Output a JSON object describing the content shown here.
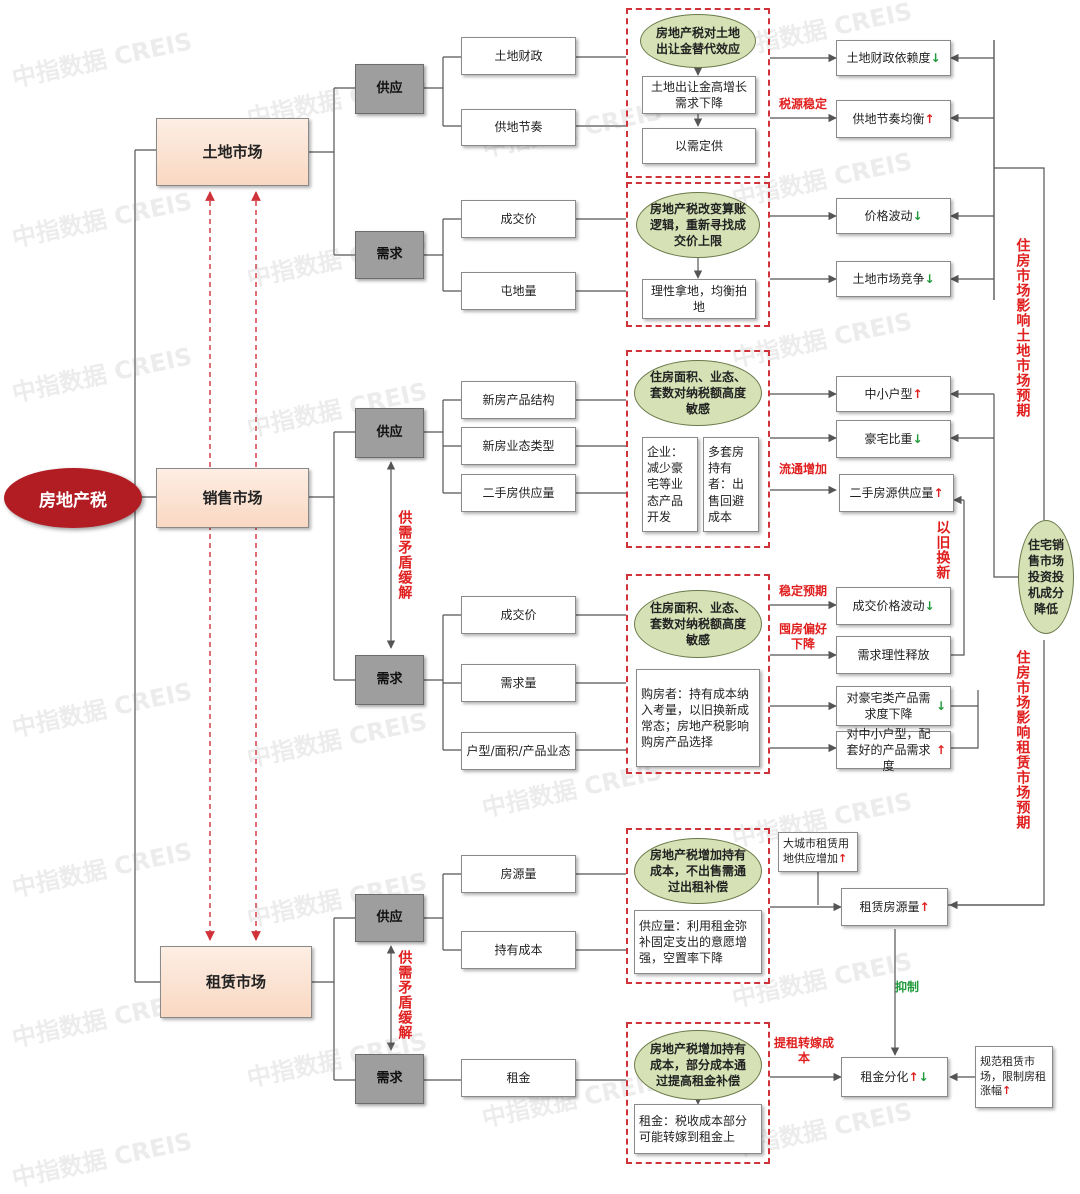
{
  "watermark": "中指数据 CREIS",
  "root": "房地产税",
  "markets": {
    "land": "土地市场",
    "sales": "销售市场",
    "rental": "租赁市场"
  },
  "supply": "供应",
  "demand": "需求",
  "land": {
    "supply_items": [
      "土地财政",
      "供地节奏"
    ],
    "supply_ellipse": "房地产税对土地出让金替代效应",
    "supply_effects": [
      "土地出让金高增长需求下降",
      "以需定供"
    ],
    "demand_items": [
      "成交价",
      "屯地量"
    ],
    "demand_ellipse": "房地产税改变算账逻辑，重新寻找成交价上限",
    "demand_effect": "理性拿地，均衡拍地",
    "label_tax_stable": "税源稳定",
    "outcomes": [
      {
        "text": "土地财政依赖度",
        "arrow": "↓"
      },
      {
        "text": "供地节奏均衡",
        "arrow": "↑"
      },
      {
        "text": "价格波动",
        "arrow": "↓"
      },
      {
        "text": "土地市场竞争",
        "arrow": "↓"
      }
    ]
  },
  "sales": {
    "supply_items": [
      "新房产品结构",
      "新房业态类型",
      "二手房供应量"
    ],
    "supply_ellipse": "住房面积、业态、套数对纳税额高度敏感",
    "supply_effect_a": "企业：减少豪宅等业态产品开发",
    "supply_effect_b": "多套房持有者：出售回避成本",
    "label_listing_up": "流通增加",
    "label_trade_in": "以旧换新",
    "demand_items": [
      "成交价",
      "需求量",
      "户型/面积/产品业态"
    ],
    "demand_ellipse": "住房面积、业态、套数对纳税额高度敏感",
    "demand_effect": "购房者：持有成本纳入考量，以旧换新成常态；房地产税影响购房产品选择",
    "label_stable_expect": "稳定预期",
    "label_hoarding_down": "囤房偏好下降",
    "outcomes": [
      {
        "text": "中小户型",
        "arrow": "↑"
      },
      {
        "text": "豪宅比重",
        "arrow": "↓"
      },
      {
        "text": "二手房源供应量",
        "arrow": "↑"
      },
      {
        "text": "成交价格波动",
        "arrow": "↓"
      },
      {
        "text": "需求理性释放",
        "arrow": ""
      },
      {
        "text": "对豪宅类产品需求度下降",
        "arrow": "↓"
      },
      {
        "text": "对中小户型，配套好的产品需求度",
        "arrow": "↑"
      }
    ],
    "side_circle": "住宅销售市场投资投机成分降低"
  },
  "rental": {
    "supply_items": [
      "房源量",
      "持有成本"
    ],
    "supply_ellipse": "房地产税增加持有成本，不出售需通过出租补偿",
    "supply_effect": "供应量：利用租金弥补固定支出的意愿增强，空置率下降",
    "city_land": {
      "text": "大城市租赁用地供应增加",
      "arrow": "↑"
    },
    "rent_supply": {
      "text": "租赁房源量",
      "arrow": "↑"
    },
    "label_restrain": "抑制",
    "demand_item": "租金",
    "demand_ellipse": "房地产税增加持有成本，部分成本通过提高租金补偿",
    "demand_effect": "租金：税收成本部分可能转嫁到租金上",
    "label_pass_cost": "提租转嫁成本",
    "rent_diff": {
      "text": "租金分化",
      "arrow_up": "↑",
      "arrow_down": "↓"
    },
    "regulate": {
      "text": "规范租赁市场，限制房租涨幅",
      "arrow": "↑"
    }
  },
  "side_labels": {
    "land_expect": "住房市场影响土地市场预期",
    "rental_expect": "住房市场影响租赁市场预期",
    "conflict_sales": "供需矛盾缓解",
    "conflict_rental": "供需矛盾缓解"
  }
}
